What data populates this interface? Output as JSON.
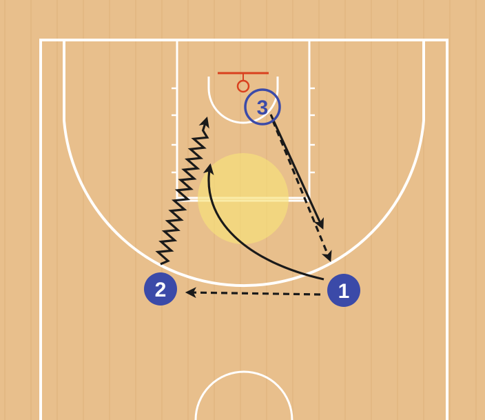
{
  "colors": {
    "court": "#e8bf8c",
    "court_grain": "#d9ab74",
    "lines": "#ffffff",
    "rim": "#d9401e",
    "highlight": "#f7e27a",
    "player_fill": "#3b4aa8",
    "player_outline": "#3b4aa8",
    "player_text_light": "#ffffff",
    "action_lines": "#1a1a1a"
  },
  "players": [
    {
      "id": "p1",
      "label": "1",
      "style": "filled"
    },
    {
      "id": "p2",
      "label": "2",
      "style": "filled"
    },
    {
      "id": "p3",
      "label": "3",
      "style": "outline"
    }
  ],
  "actions": [
    {
      "id": "pass-1-to-2",
      "type": "pass"
    },
    {
      "id": "dribble-2",
      "type": "dribble"
    },
    {
      "id": "cut-1",
      "type": "cut"
    },
    {
      "id": "cut-3",
      "type": "cut"
    },
    {
      "id": "pass-3-to-1",
      "type": "pass"
    }
  ]
}
